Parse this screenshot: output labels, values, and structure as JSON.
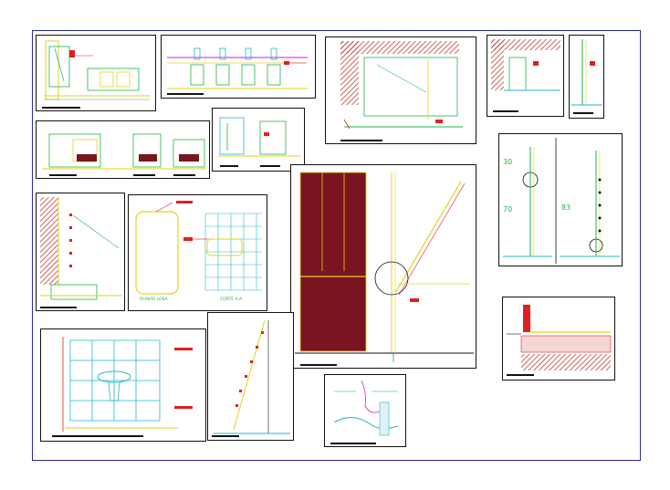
{
  "labels": {
    "planta_losa": "PLANTA LOSA",
    "corte": "CORTE A-A",
    "dim_30": "30",
    "dim_70": "70",
    "dim_83": "83"
  },
  "colors": {
    "frame": "#2a2aa0",
    "wall_hatch": "#c0302a",
    "panel_fill": "#7a1420",
    "green": "#22b14c",
    "cyan": "#22b7c9",
    "yellow": "#e6d21a",
    "magenta": "#d11fc8",
    "red": "#e02020"
  }
}
